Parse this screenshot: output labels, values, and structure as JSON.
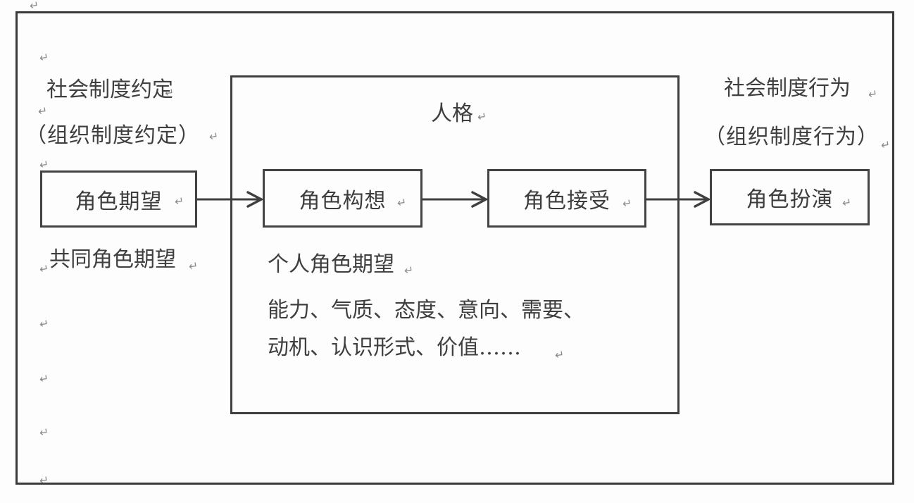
{
  "diagram": {
    "title_context": "role-process-flowchart",
    "outer_labels": {
      "social_agreement": "社会制度约定",
      "org_agreement": "（组织制度约定）",
      "social_behavior": "社会制度行为",
      "org_behavior": "（组织制度行为）",
      "common_role_expectation": "共同角色期望"
    },
    "personality_box": {
      "title": "人格",
      "personal_role_expectation": "个人角色期望",
      "traits_line1": "能力、气质、态度、意向、需要、",
      "traits_line2": "动机、认识形式、价值……"
    },
    "flow_boxes": [
      {
        "label": "角色期望"
      },
      {
        "label": "角色构想"
      },
      {
        "label": "角色接受"
      },
      {
        "label": "角色扮演"
      }
    ],
    "arrows": [
      {
        "from": "角色期望",
        "to": "角色构想"
      },
      {
        "from": "角色构想",
        "to": "角色接受"
      },
      {
        "from": "角色接受",
        "to": "角色扮演"
      }
    ],
    "format_mark": "↵",
    "colors": {
      "line": "#3f3f3f",
      "text": "#3d3d3d",
      "mark": "#8a8a8a",
      "background": "#fdfdfd"
    }
  }
}
